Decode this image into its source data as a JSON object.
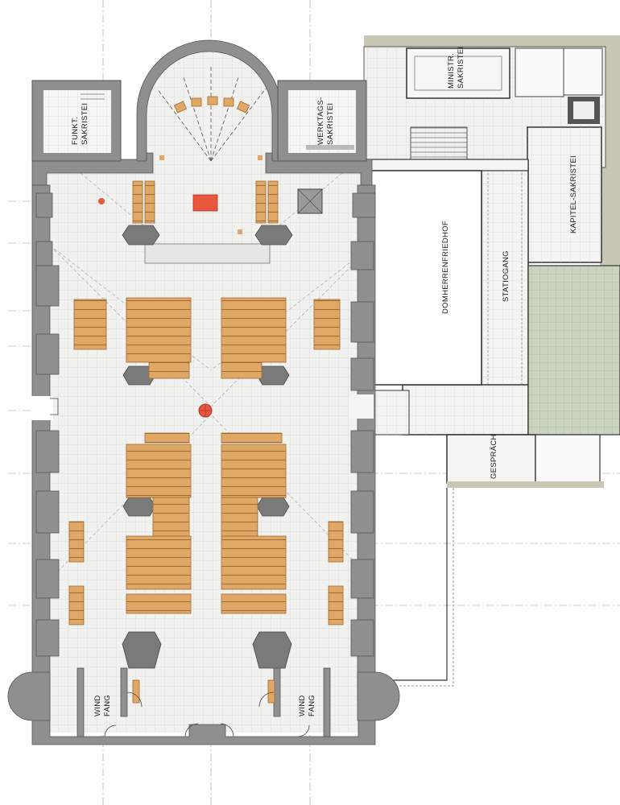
{
  "rooms": {
    "funkt_sakristei": [
      "FUNKT.",
      "SAKRISTEI"
    ],
    "werktags_sakristei": [
      "WERKTAGS-",
      "SAKRISTEI"
    ],
    "ministr_sakristei": [
      "MINISTR.",
      "SAKRISTEI"
    ],
    "kapitel_sakristei": "KAPITEL-SAKRISTEI",
    "domherrenfriedhof": "DOMHERRENFRIEDHOF",
    "statiogang": "STATIOGANG",
    "gespraech": "GESPRÄCH",
    "windfang_left": [
      "WIND",
      "FANG"
    ],
    "windfang_right": [
      "WIND",
      "FANG"
    ]
  },
  "colors": {
    "wall": "#8f8f8f",
    "wall_dark": "#6e6e6e",
    "floor": "#f1f1ef",
    "grid": "#c9c9c7",
    "pew": "#e0a866",
    "pew_edge": "#b07a3c",
    "altar": "#e8573c",
    "courtyard": "#ffffff",
    "garden": "#c9d3bd",
    "exterior_strip": "#c8c7b4"
  }
}
